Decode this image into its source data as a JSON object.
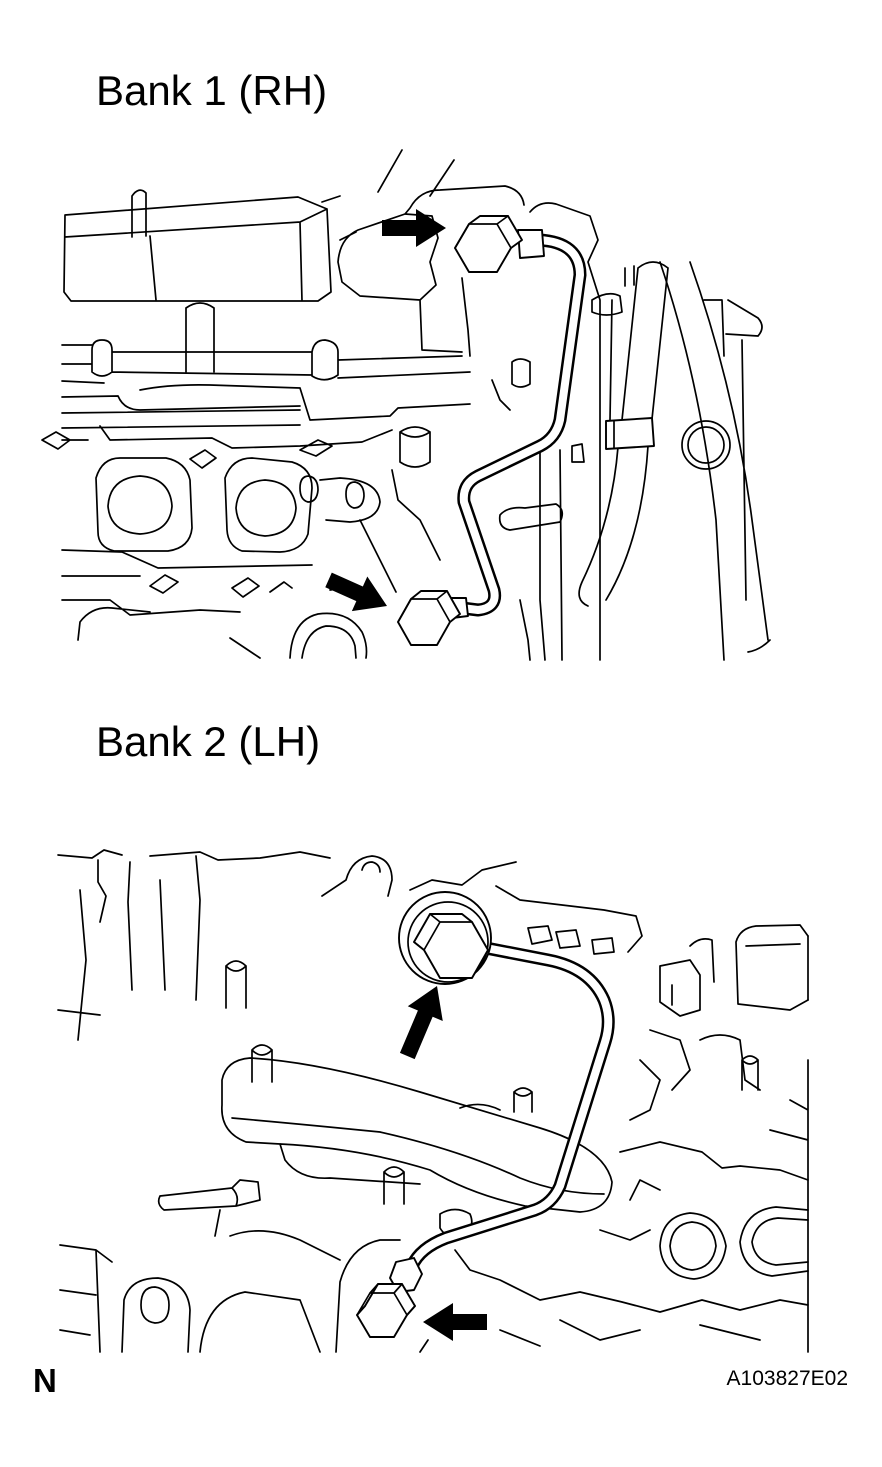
{
  "panels": {
    "bank1": {
      "title": "Bank 1 (RH)"
    },
    "bank2": {
      "title": "Bank 2 (LH)"
    }
  },
  "footer": {
    "orientation_mark": "N",
    "figure_code": "A103827E02"
  },
  "colors": {
    "ink": "#000000",
    "background": "#ffffff"
  }
}
